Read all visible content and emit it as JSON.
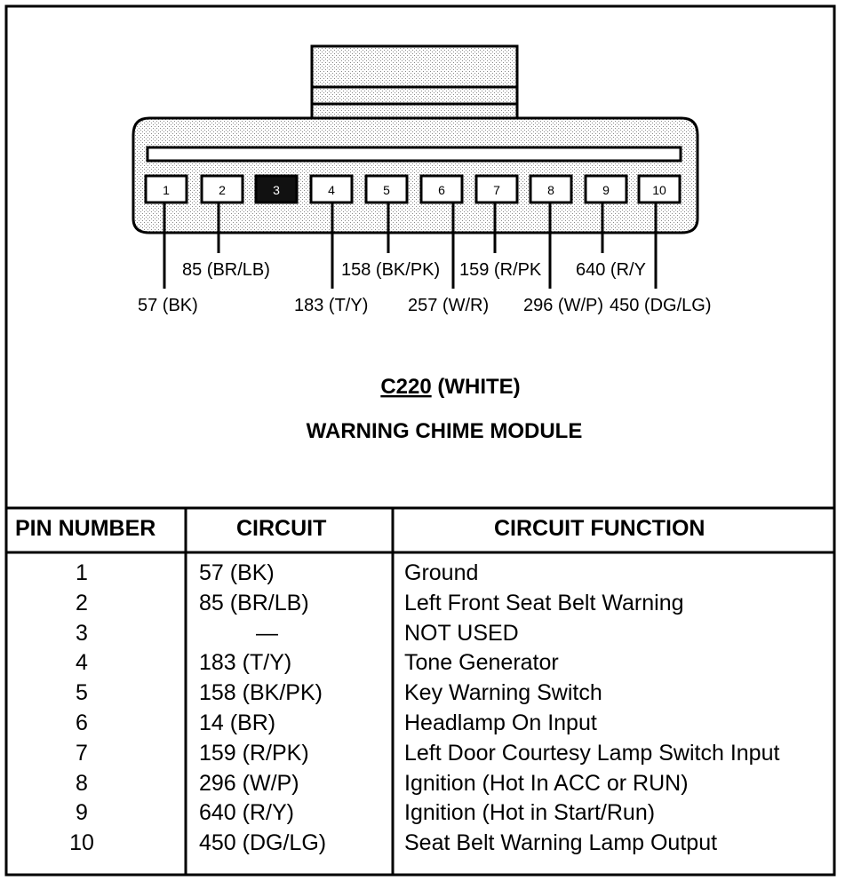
{
  "connector": {
    "id": "C220",
    "color": "(WHITE)",
    "module": "WARNING CHIME MODULE",
    "pins": [
      "1",
      "2",
      "3",
      "4",
      "5",
      "6",
      "7",
      "8",
      "9",
      "10"
    ],
    "unused_pin": "3",
    "labels": [
      "57 (BK)",
      "85 (BR/LB)",
      "183 (T/Y)",
      "158 (BK/PK)",
      "257 (W/R)",
      "159 (R/PK",
      "296 (W/P)",
      "640 (R/Y",
      "450 (DG/LG)"
    ]
  },
  "table": {
    "headers": [
      "PIN NUMBER",
      "CIRCUIT",
      "CIRCUIT FUNCTION"
    ],
    "rows": [
      {
        "pin": "1",
        "circuit": "57 (BK)",
        "function": "Ground"
      },
      {
        "pin": "2",
        "circuit": "85 (BR/LB)",
        "function": "Left Front Seat Belt Warning"
      },
      {
        "pin": "3",
        "circuit": "—",
        "function": "NOT USED"
      },
      {
        "pin": "4",
        "circuit": "183 (T/Y)",
        "function": "Tone Generator"
      },
      {
        "pin": "5",
        "circuit": "158 (BK/PK)",
        "function": "Key Warning Switch"
      },
      {
        "pin": "6",
        "circuit": "14 (BR)",
        "function": "Headlamp On Input"
      },
      {
        "pin": "7",
        "circuit": "159 (R/PK)",
        "function": "Left Door Courtesy Lamp Switch Input"
      },
      {
        "pin": "8",
        "circuit": "296 (W/P)",
        "function": "Ignition (Hot In ACC or RUN)"
      },
      {
        "pin": "9",
        "circuit": "640 (R/Y)",
        "function": "Ignition (Hot in Start/Run)"
      },
      {
        "pin": "10",
        "circuit": "450 (DG/LG)",
        "function": "Seat Belt Warning Lamp Output"
      }
    ]
  }
}
